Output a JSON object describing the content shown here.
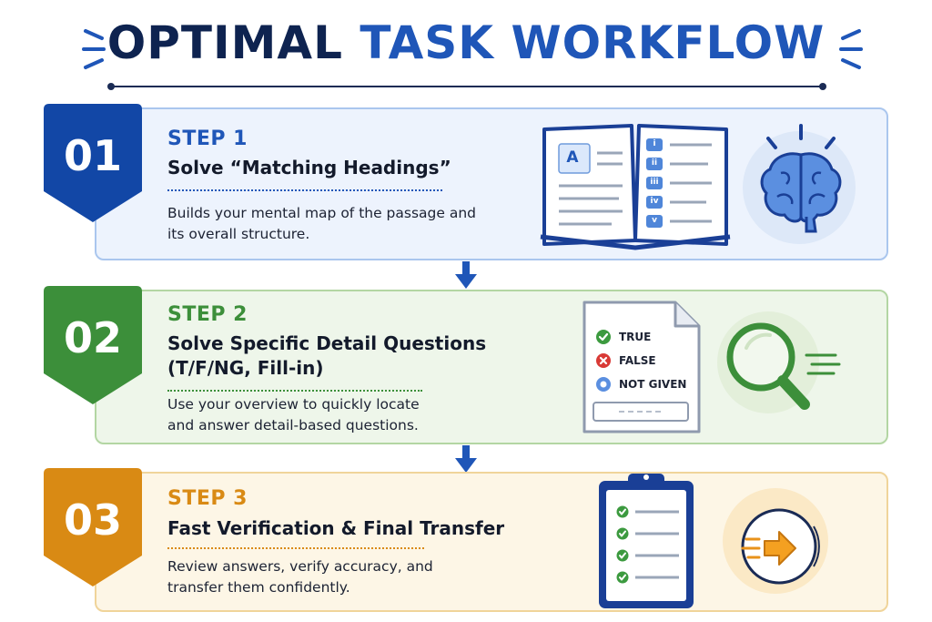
{
  "header": {
    "title_main": "OPTIMAL",
    "title_accent": "TASK WORKFLOW"
  },
  "colors": {
    "navy": "#0e2350",
    "blue": "#1f56b8",
    "green": "#3c8f3a",
    "orange": "#d98a14"
  },
  "steps": [
    {
      "number": "01",
      "label": "STEP 1",
      "title": "Solve “Matching Headings”",
      "description": "Builds your mental map of the passage and its overall structure.",
      "icons": [
        "open-book-icon",
        "brain-icon"
      ],
      "book": {
        "heading_letter": "A",
        "headings": [
          "i",
          "ii",
          "iii",
          "iv",
          "v"
        ]
      }
    },
    {
      "number": "02",
      "label": "STEP 2",
      "title": "Solve Specific Detail Questions (T/F/NG, Fill-in)",
      "description": "Use your overview to quickly locate and answer detail-based questions.",
      "icons": [
        "document-icon",
        "magnifier-icon"
      ],
      "answers": [
        "TRUE",
        "FALSE",
        "NOT GIVEN"
      ]
    },
    {
      "number": "03",
      "label": "STEP 3",
      "title": "Fast Verification & Final Transfer",
      "description": "Review answers, verify accuracy, and transfer them confidently.",
      "icons": [
        "clipboard-checklist-icon",
        "transfer-arrow-icon"
      ]
    }
  ]
}
